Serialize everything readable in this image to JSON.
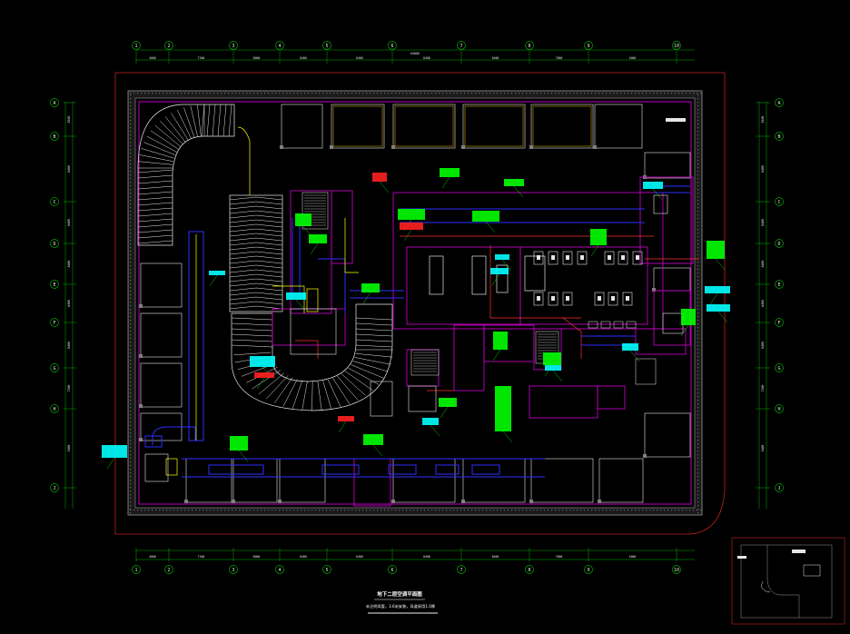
{
  "drawing": {
    "title": "地下二层空调平面图",
    "subtitle": "未注明风管，3.6米安装，风道采用1.0厚",
    "top_overall_dimension": "84000",
    "column_grid_labels": [
      "1",
      "2",
      "3",
      "4",
      "5",
      "6",
      "7",
      "8",
      "9",
      "10"
    ],
    "row_grid_labels": [
      "A",
      "B",
      "C",
      "D",
      "E",
      "F",
      "G",
      "H",
      "J"
    ],
    "top_segment_dimensions": [
      "4000",
      "7200",
      "8000",
      "8400",
      "8400",
      "8400",
      "8400",
      "7800",
      "4000"
    ],
    "bottom_segment_dimensions": [
      "4000",
      "7200",
      "8000",
      "8400",
      "8400",
      "8400",
      "8400",
      "7800",
      "4000"
    ],
    "side_segment_dimensions": [
      "8100",
      "8400",
      "8400",
      "8400",
      "8400",
      "8400",
      "7200",
      "5400"
    ]
  },
  "colors": {
    "background": "#000000",
    "wall": "#c000c0",
    "grid": "#00b000",
    "equipment": "#ffff00",
    "duct_blue": "#3030ff",
    "tag_green": "#00ff00",
    "tag_cyan": "#00ffff",
    "ramp": "#e8e8e8",
    "red_outline": "#ff2020"
  }
}
